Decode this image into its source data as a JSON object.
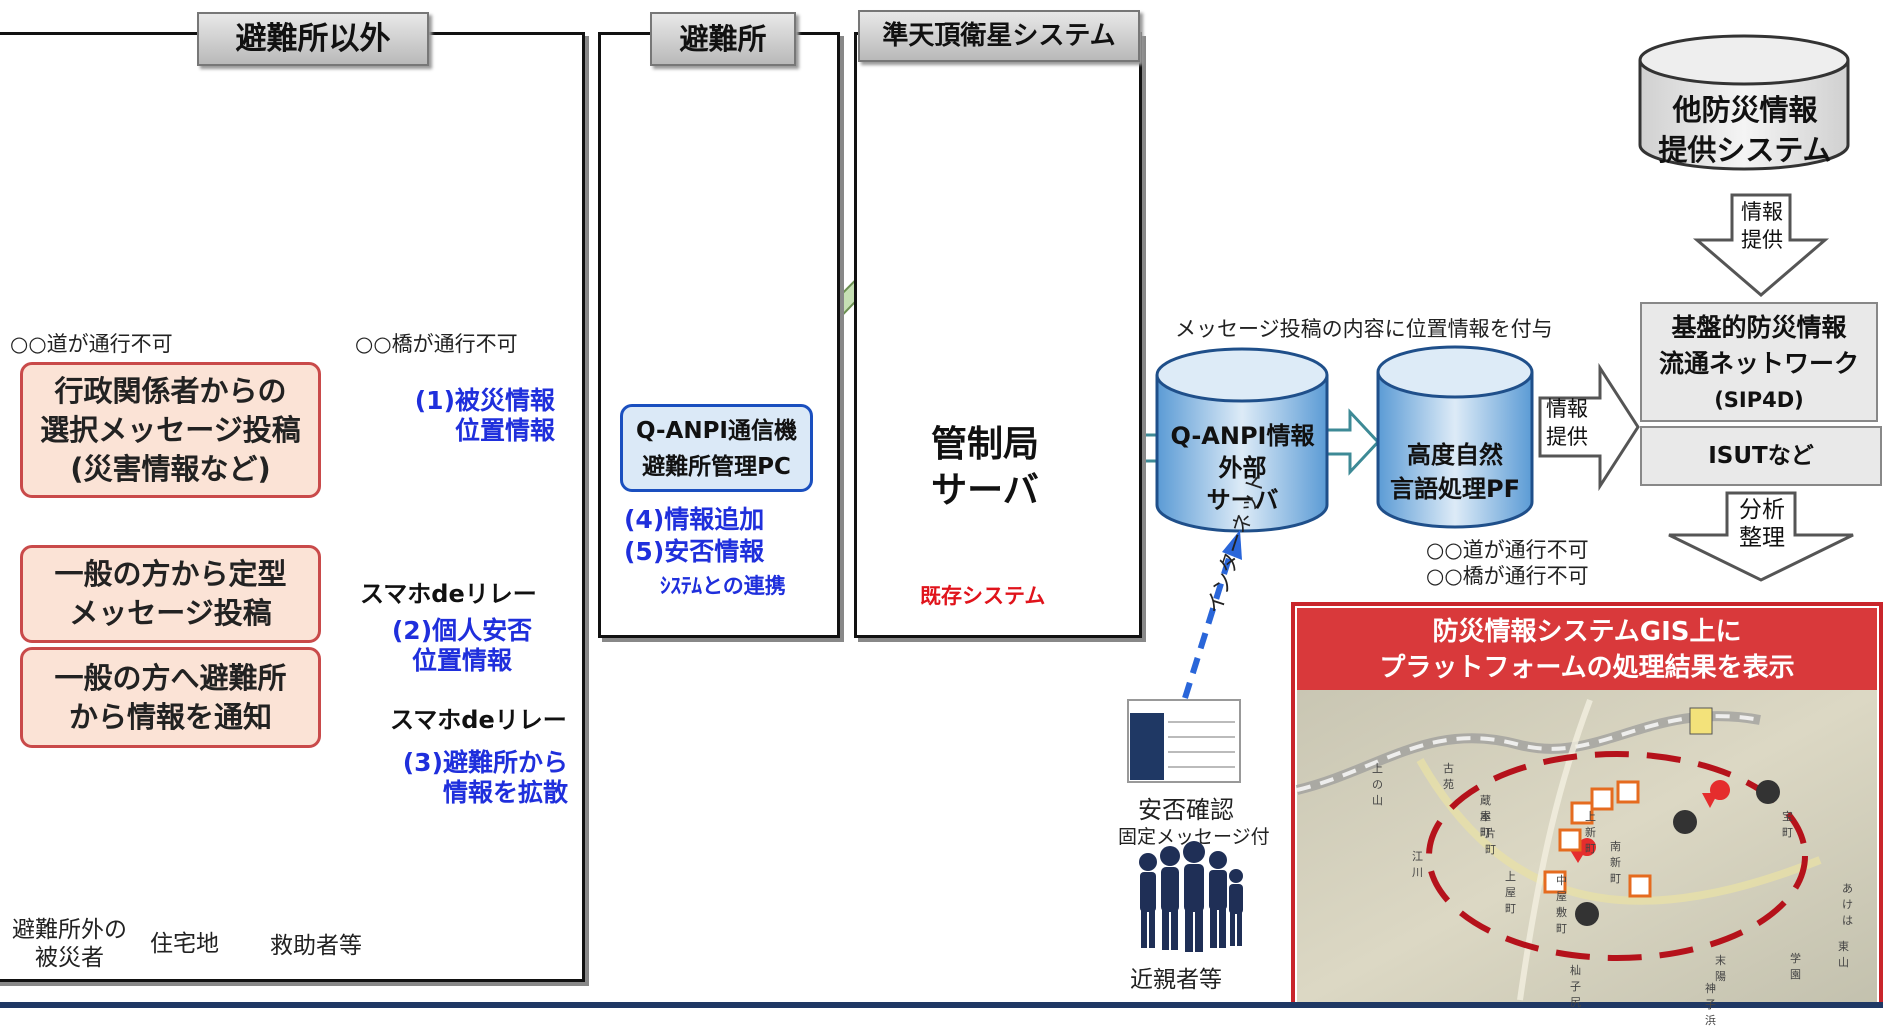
{
  "colors": {
    "blue_text": "#1f2fdc",
    "red_text": "#e0131b",
    "green_fill": "#c6e0b4",
    "blue_fill": "#9dc3e6",
    "pink_fill": "#fbe3d6",
    "gis_header": "#d9393b",
    "bottom_bar": "#1f3864"
  },
  "panels": {
    "non_shelter": {
      "title": "避難所以外"
    },
    "shelter": {
      "title": "避難所"
    },
    "qzss": {
      "title": "準天頂衛星システム"
    }
  },
  "non_shelter": {
    "caption_left": "○○道が通行不可",
    "caption_right": "○○橋が通行不可",
    "admin_box": [
      "行政関係者からの",
      "選択メッセージ投稿",
      "(災害情報など)"
    ],
    "public_post_box": [
      "一般の方から定型",
      "メッセージ投稿"
    ],
    "public_notify_box": [
      "一般の方へ避難所",
      "から情報を通知"
    ],
    "victim_label": [
      "避難所外の",
      "被災者"
    ],
    "house_label": "住宅地",
    "rescuer_label": "救助者等"
  },
  "flows": {
    "f1": [
      "(1)被災情報",
      "位置情報"
    ],
    "relay_label": "スマホdeリレー",
    "f2": [
      "(2)個人安否",
      "位置情報"
    ],
    "f3": [
      "(3)避難所から",
      "情報を拡散"
    ]
  },
  "shelter": {
    "device_box": [
      "Q-ANPI通信機",
      "避難所管理PC"
    ],
    "f4": "(4)情報追加",
    "f5_line1": "(5)安否情報",
    "f5_line2": "ｼｽﾃﾑとの連携"
  },
  "qzss": {
    "control_server": [
      "管制局",
      "サーバ"
    ],
    "existing_label": "既存システム"
  },
  "right": {
    "attach_caption": "メッセージ投稿の内容に位置情報を付与",
    "qanpi_server": [
      "Q-ANPI情報",
      "外部",
      "サーバ"
    ],
    "nlp": [
      "高度自然",
      "言語処理PF"
    ],
    "info_provide": [
      "情報",
      "提供"
    ],
    "other_system": [
      "他防災情報",
      "提供システム"
    ],
    "sip4d": [
      "基盤的防災情報",
      "流通ネットワーク",
      "(SIP4D)"
    ],
    "isut": "ISUTなど",
    "analyze": [
      "分析",
      "整理"
    ],
    "captions": [
      "○○道が通行不可",
      "○○橋が通行不可"
    ],
    "internet": "インターネット",
    "safety_check": "安否確認",
    "fixed_message": "固定メッセージ付",
    "relatives": "近親者等"
  },
  "gis": {
    "header": [
      "防災情報システムGIS上に",
      "プラットフォームの処理結果を表示"
    ],
    "map_labels": [
      "上の山",
      "古苑",
      "蔵屋町",
      "本町",
      "片町",
      "江川",
      "上屋町",
      "中屋敷町",
      "南新町",
      "宝町",
      "あけは",
      "東山",
      "学園",
      "末陽",
      "杣子尻",
      "神子浜",
      "上新町"
    ]
  },
  "icons": [
    "satellite-icon",
    "laptop-icon",
    "wifi-signal-icon",
    "communication-device-icon",
    "smartphone-icon",
    "person-icon",
    "house-icon",
    "crowd-icon",
    "map-pin-icon",
    "screen-thumbnail-icon"
  ]
}
